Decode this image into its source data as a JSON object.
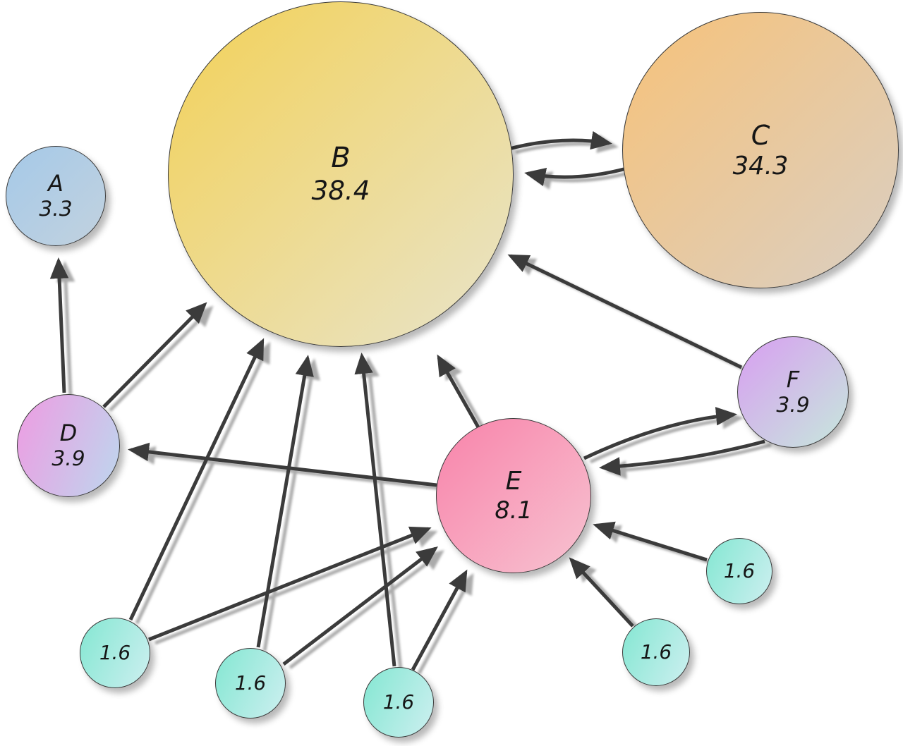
{
  "nodes": {
    "A": {
      "label": "A",
      "value": "3.3"
    },
    "B": {
      "label": "B",
      "value": "38.4"
    },
    "C": {
      "label": "C",
      "value": "34.3"
    },
    "D": {
      "label": "D",
      "value": "3.9"
    },
    "E": {
      "label": "E",
      "value": "8.1"
    },
    "F": {
      "label": "F",
      "value": "3.9"
    },
    "S1": {
      "label": "",
      "value": "1.6"
    },
    "S2": {
      "label": "",
      "value": "1.6"
    },
    "S3": {
      "label": "",
      "value": "1.6"
    },
    "S4": {
      "label": "",
      "value": "1.6"
    },
    "S5": {
      "label": "",
      "value": "1.6"
    }
  },
  "edges": [
    {
      "from": "B",
      "to": "C"
    },
    {
      "from": "C",
      "to": "B"
    },
    {
      "from": "D",
      "to": "A"
    },
    {
      "from": "D",
      "to": "B"
    },
    {
      "from": "E",
      "to": "B"
    },
    {
      "from": "E",
      "to": "D"
    },
    {
      "from": "E",
      "to": "F"
    },
    {
      "from": "F",
      "to": "B"
    },
    {
      "from": "F",
      "to": "E"
    },
    {
      "from": "S1",
      "to": "B"
    },
    {
      "from": "S1",
      "to": "E"
    },
    {
      "from": "S2",
      "to": "B"
    },
    {
      "from": "S2",
      "to": "E"
    },
    {
      "from": "S3",
      "to": "B"
    },
    {
      "from": "S3",
      "to": "E"
    },
    {
      "from": "S4",
      "to": "E"
    },
    {
      "from": "S5",
      "to": "E"
    }
  ],
  "colors": {
    "edge": "#3b3b3b",
    "node_border": "#3a3a3a",
    "background": "#ffffff",
    "node_fills": {
      "A": [
        "#a5c9e8",
        "#c2d2df"
      ],
      "B": [
        "#f3d157",
        "#e8e4cb"
      ],
      "C": [
        "#f7c279",
        "#dacfc3"
      ],
      "D": [
        "#ee9ce2",
        "#bdd7ee"
      ],
      "E": [
        "#f883aa",
        "#f7c3d1"
      ],
      "F": [
        "#d89ef1",
        "#c6e8dc"
      ],
      "small": [
        "#84e7d2",
        "#cdeff0"
      ]
    }
  }
}
